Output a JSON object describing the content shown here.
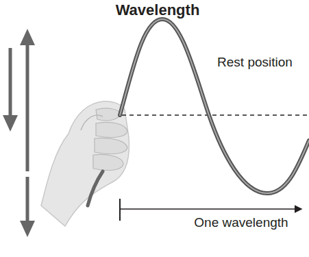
{
  "diagram": {
    "title": "Wavelength",
    "labels": [
      "Rest position",
      "One wavelength"
    ]
  }
}
